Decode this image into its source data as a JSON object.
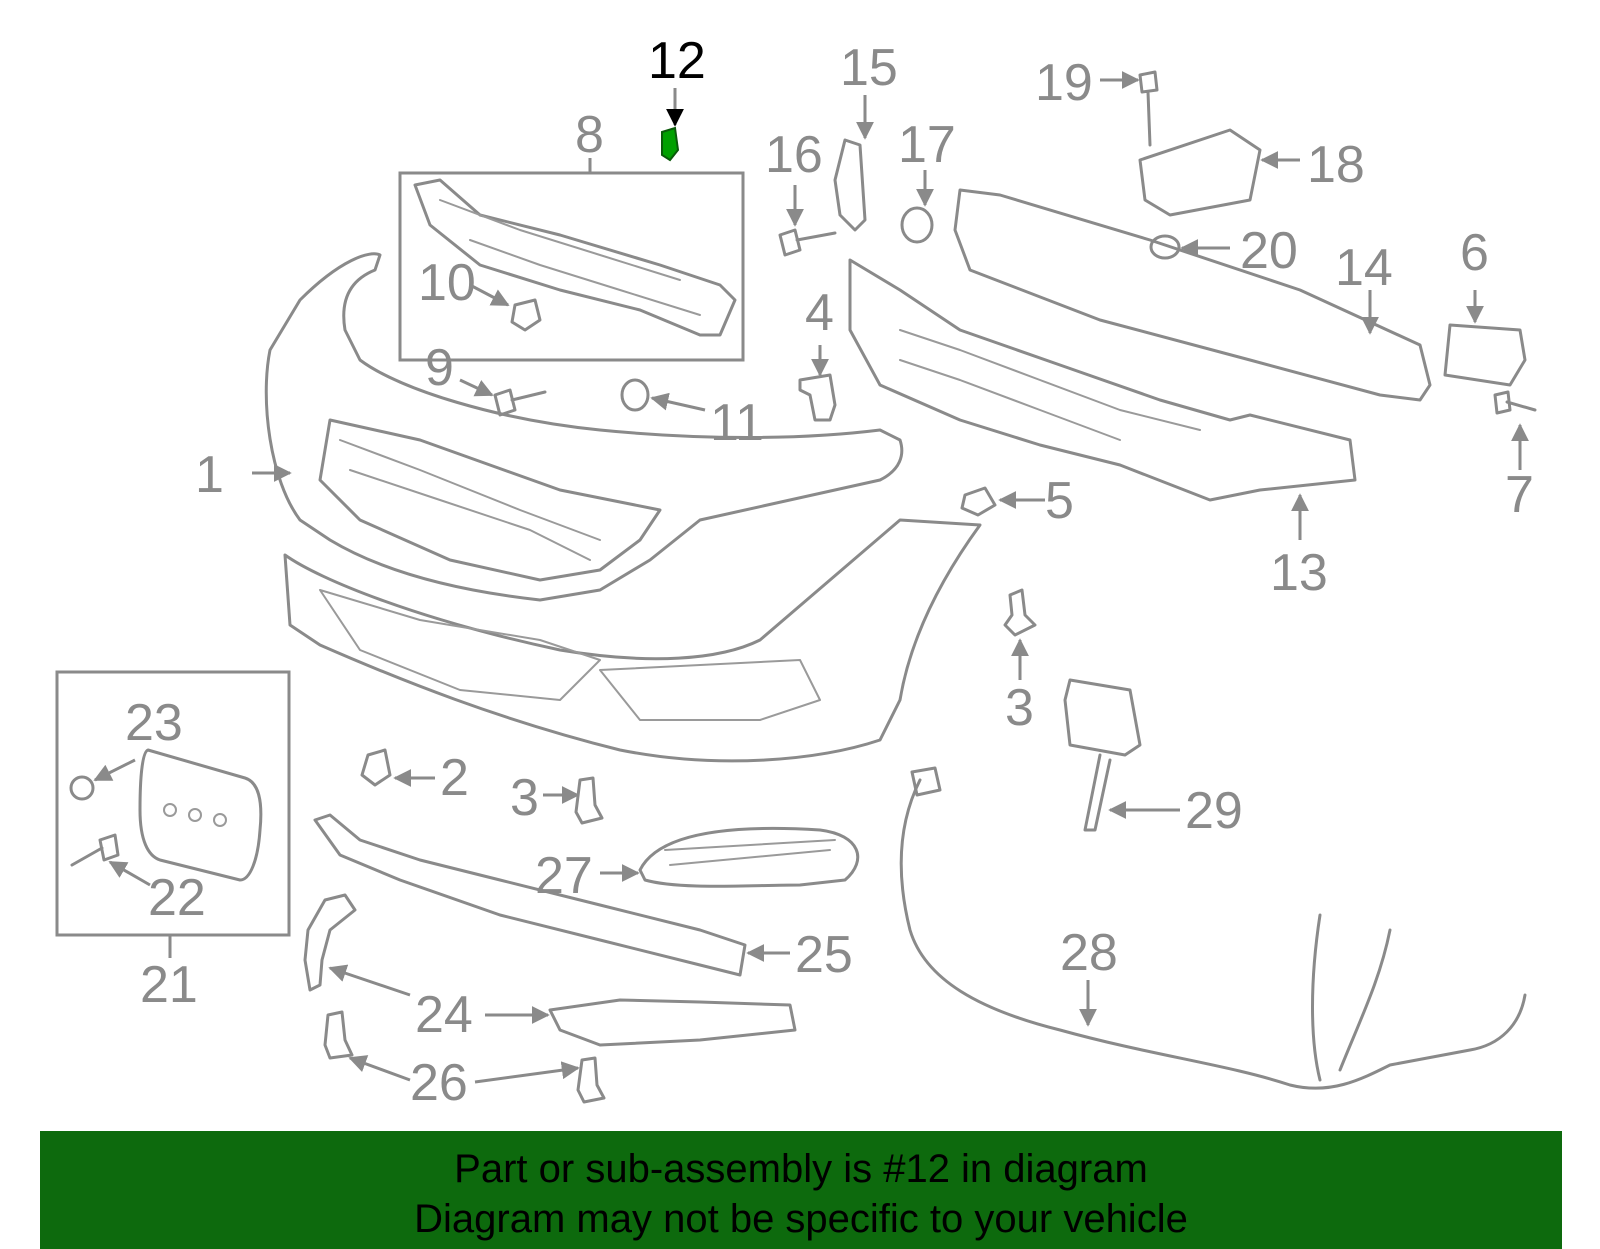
{
  "diagram": {
    "callouts": [
      {
        "id": "1",
        "text": "1"
      },
      {
        "id": "2",
        "text": "2"
      },
      {
        "id": "3a",
        "text": "3"
      },
      {
        "id": "3b",
        "text": "3"
      },
      {
        "id": "4",
        "text": "4"
      },
      {
        "id": "5",
        "text": "5"
      },
      {
        "id": "6",
        "text": "6"
      },
      {
        "id": "7",
        "text": "7"
      },
      {
        "id": "8",
        "text": "8"
      },
      {
        "id": "9",
        "text": "9"
      },
      {
        "id": "10",
        "text": "10"
      },
      {
        "id": "11",
        "text": "11"
      },
      {
        "id": "12",
        "text": "12"
      },
      {
        "id": "13",
        "text": "13"
      },
      {
        "id": "14",
        "text": "14"
      },
      {
        "id": "15",
        "text": "15"
      },
      {
        "id": "16",
        "text": "16"
      },
      {
        "id": "17",
        "text": "17"
      },
      {
        "id": "18",
        "text": "18"
      },
      {
        "id": "19",
        "text": "19"
      },
      {
        "id": "20",
        "text": "20"
      },
      {
        "id": "21",
        "text": "21"
      },
      {
        "id": "22",
        "text": "22"
      },
      {
        "id": "23",
        "text": "23"
      },
      {
        "id": "24",
        "text": "24"
      },
      {
        "id": "25",
        "text": "25"
      },
      {
        "id": "26",
        "text": "26"
      },
      {
        "id": "27",
        "text": "27"
      },
      {
        "id": "28",
        "text": "28"
      },
      {
        "id": "29",
        "text": "29"
      }
    ],
    "highlighted_part": "12",
    "colors": {
      "line": "#8a8a8a",
      "highlight": "#00a000",
      "banner": "#0d6a0d",
      "callout_highlight": "#000000"
    }
  },
  "banner": {
    "line1": "Part or sub-assembly is #12 in diagram",
    "line2": "Diagram may not be specific to your vehicle"
  }
}
